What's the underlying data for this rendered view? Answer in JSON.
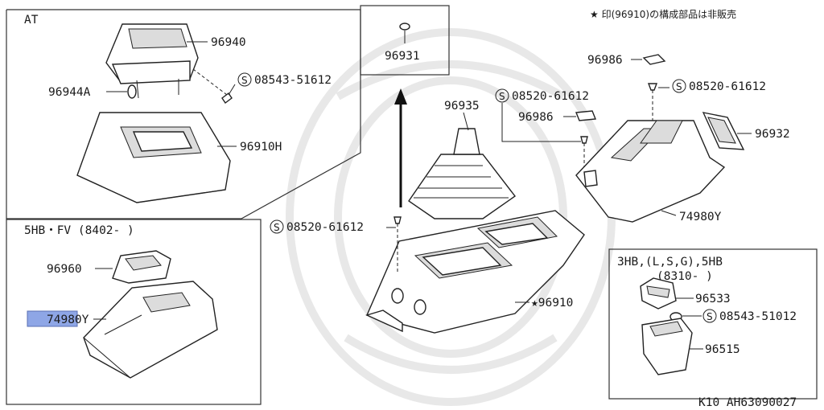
{
  "notes": {
    "header": "★ 印(96910)の構成部品は非販売",
    "footer": "K10  AH63090027"
  },
  "sections": {
    "at": {
      "title": "AT"
    },
    "fv": {
      "title": "5HB・FV (8402-  )"
    },
    "hb": {
      "title_line1": "3HB,(L,S,G),5HB",
      "title_line2": "(8310-  )"
    }
  },
  "callouts": {
    "p96940": "96940",
    "p96944a": "96944A",
    "s08543_51612": "08543-51612",
    "p96910h": "96910H",
    "p96931": "96931",
    "p96935": "96935",
    "s08520_61612_a": "08520-61612",
    "p96986_a": "96986",
    "s08520_61612_b": "08520-61612",
    "p96910": "★96910",
    "p96986_b": "96986",
    "s08520_61612_c": "08520-61612",
    "p96932": "96932",
    "p74980y_a": "74980Y",
    "p96960": "96960",
    "p74980y_b": "74980Y",
    "p96533": "96533",
    "s08543_51012": "08543-51012",
    "p96515": "96515"
  },
  "colors": {
    "highlight": "#8ea6e6"
  }
}
